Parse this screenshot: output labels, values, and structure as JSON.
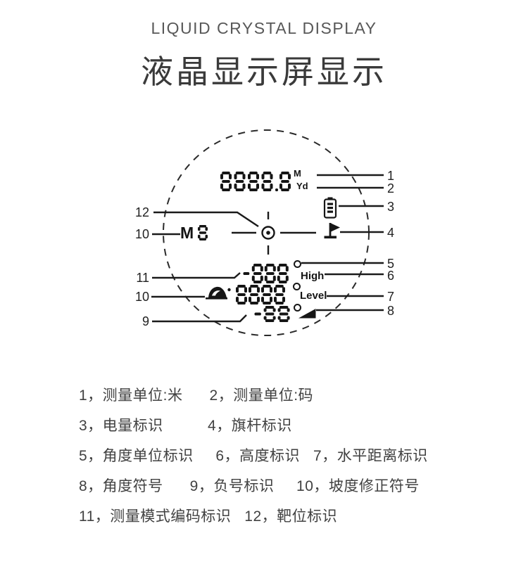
{
  "header": {
    "subtitle": "LIQUID CRYSTAL DISPLAY",
    "title": "液晶显示屏显示"
  },
  "lcd": {
    "distance": "8888.8",
    "unit_meters": "M",
    "unit_yards": "Yd",
    "mode_letter": "M",
    "mode_code": "8",
    "angle": "-888",
    "high_label": "High",
    "horizontal": "8888",
    "level_label": "Level",
    "slope_angle": "-88",
    "degree_symbol": "°",
    "icons": {
      "battery": "battery-icon",
      "flag": "flagpole-icon",
      "target": "target-reticle-icon",
      "slope": "slope-correction-icon",
      "angle_wedge": "angle-symbol-icon"
    }
  },
  "callouts": {
    "right": [
      "1",
      "2",
      "3",
      "4",
      "5",
      "6",
      "7",
      "8"
    ],
    "left": [
      "12",
      "10",
      "11",
      "10",
      "9"
    ]
  },
  "legend": {
    "lines": [
      "1，测量单位:米      2，测量单位:码",
      "3，电量标识          4，旗杆标识",
      "5，角度单位标识     6，高度标识   7，水平距离标识",
      "8，角度符号      9，负号标识     10，坡度修正符号",
      "11，测量模式编码标识   12，靶位标识"
    ]
  },
  "colors": {
    "ink": "#161616",
    "title": "#3a3a3a",
    "subtitle": "#585858",
    "legend_text": "#414141"
  }
}
